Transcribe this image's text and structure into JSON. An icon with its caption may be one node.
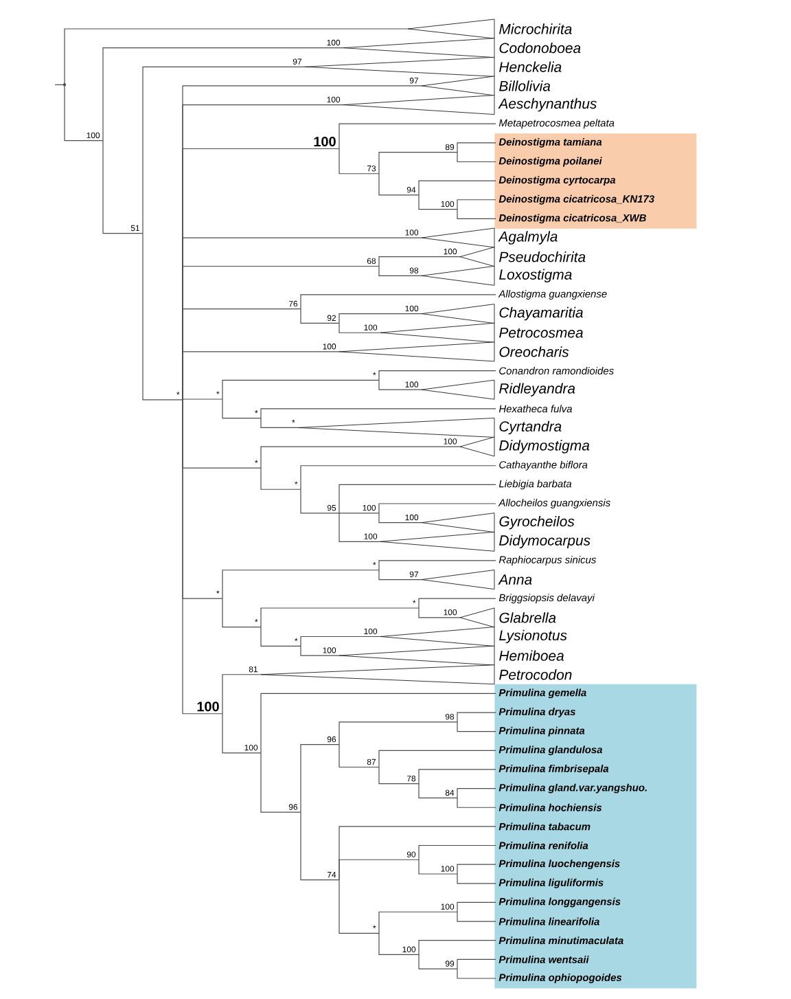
{
  "diagram": {
    "nodes": [
      {
        "text": [],
        "shape": "point"
      },
      {
        "text": [
          "Microchirita"
        ]
      },
      {
        "text": [
          "100"
        ]
      },
      {
        "text": [
          "Codonoboea"
        ],
        "beside": [
          "100"
        ]
      },
      {
        "text": [
          "51"
        ]
      },
      {
        "text": [
          "Henckelia"
        ],
        "beside": [
          "97"
        ]
      },
      {
        "text": [
          "*"
        ]
      },
      {
        "text": [
          "Billolivia"
        ],
        "beside": [
          "97"
        ]
      },
      {
        "text": [
          "Aeschynanthus"
        ],
        "beside": [
          "100"
        ]
      },
      {
        "text": [
          "100"
        ]
      },
      {
        "text": [
          "Metapetrocosmea peltata"
        ]
      },
      {
        "text": [
          "73"
        ]
      },
      {
        "text": [
          "89"
        ]
      },
      {
        "text": [],
        "shape": "band"
      },
      {
        "text": [
          "Deinostigma tamiana"
        ],
        "in": 13
      },
      {
        "text": [
          "Deinostigma poilanei"
        ],
        "in": 13
      },
      {
        "text": [
          "94"
        ]
      },
      {
        "text": [
          "Deinostigma cyrtocarpa"
        ],
        "in": 13
      },
      {
        "text": [
          "100"
        ]
      },
      {
        "text": [
          "Deinostigma cicatricosa_KN173"
        ],
        "in": 13
      },
      {
        "text": [
          "Deinostigma cicatricosa_XWB"
        ],
        "in": 13
      },
      {
        "text": [
          "Agalmyla"
        ],
        "beside": [
          "100"
        ]
      },
      {
        "text": [
          "68"
        ]
      },
      {
        "text": [
          "Pseudochirita"
        ],
        "beside": [
          "100"
        ]
      },
      {
        "text": [
          "Loxostigma"
        ],
        "beside": [
          "98"
        ]
      },
      {
        "text": [
          "76"
        ]
      },
      {
        "text": [
          "Allostigma guangxiense"
        ]
      },
      {
        "text": [
          "92"
        ]
      },
      {
        "text": [
          "Chayamaritia"
        ],
        "beside": [
          "100"
        ]
      },
      {
        "text": [
          "Petrocosmea"
        ],
        "beside": [
          "100"
        ]
      },
      {
        "text": [
          "Oreocharis"
        ],
        "beside": [
          "100"
        ]
      },
      {
        "text": [
          "*"
        ]
      },
      {
        "text": [
          "*"
        ]
      },
      {
        "text": [
          "Conandron ramondioides"
        ]
      },
      {
        "text": [
          "Ridleyandra"
        ],
        "beside": [
          "100"
        ]
      },
      {
        "text": [
          "*"
        ]
      },
      {
        "text": [
          "Hexatheca fulva"
        ]
      },
      {
        "text": [
          "Cyrtandra"
        ],
        "beside": [
          "*"
        ]
      },
      {
        "text": [
          "*"
        ]
      },
      {
        "text": [
          "Didymostigma"
        ],
        "beside": [
          "100"
        ]
      },
      {
        "text": [
          "*"
        ]
      },
      {
        "text": [
          "Cathayanthe biflora"
        ]
      },
      {
        "text": [
          "95"
        ]
      },
      {
        "text": [
          "Liebigia barbata"
        ]
      },
      {
        "text": [
          "100"
        ]
      },
      {
        "text": [
          "Allocheilos guangxiensis"
        ]
      },
      {
        "text": [
          "Gyrocheilos"
        ],
        "beside": [
          "100"
        ]
      },
      {
        "text": [
          "Didymocarpus"
        ],
        "beside": [
          "100"
        ]
      },
      {
        "text": [
          "*"
        ]
      },
      {
        "text": [
          "*"
        ]
      },
      {
        "text": [
          "Raphiocarpus sinicus"
        ]
      },
      {
        "text": [
          "Anna"
        ],
        "beside": [
          "97"
        ]
      },
      {
        "text": [
          "*"
        ]
      },
      {
        "text": [
          "*"
        ]
      },
      {
        "text": [
          "Briggsiopsis delavayi"
        ]
      },
      {
        "text": [
          "Glabrella"
        ],
        "beside": [
          "100"
        ]
      },
      {
        "text": [
          "*"
        ]
      },
      {
        "text": [
          "Lysionotus"
        ],
        "beside": [
          "100"
        ]
      },
      {
        "text": [
          "Hemiboea"
        ],
        "beside": [
          "100"
        ]
      },
      {
        "text": [
          "100"
        ]
      },
      {
        "text": [
          "Petrocodon"
        ],
        "beside": [
          "81"
        ]
      },
      {
        "text": [
          "100"
        ]
      },
      {
        "text": [],
        "shape": "band"
      },
      {
        "text": [
          "Primulina gemella"
        ],
        "in": 62
      },
      {
        "text": [
          "96"
        ]
      },
      {
        "text": [
          "96"
        ]
      },
      {
        "text": [
          "98"
        ]
      },
      {
        "text": [
          "Primulina dryas"
        ],
        "in": 62
      },
      {
        "text": [
          "Primulina pinnata"
        ],
        "in": 62
      },
      {
        "text": [
          "87"
        ]
      },
      {
        "text": [
          "Primulina glandulosa"
        ],
        "in": 62
      },
      {
        "text": [
          "78"
        ]
      },
      {
        "text": [
          "Primulina fimbrisepala"
        ],
        "in": 62
      },
      {
        "text": [
          "84"
        ]
      },
      {
        "text": [
          "Primulina gland.var.yangshuo."
        ],
        "in": 62
      },
      {
        "text": [
          "Primulina hochiensis"
        ],
        "in": 62
      },
      {
        "text": [
          "74"
        ]
      },
      {
        "text": [
          "Primulina tabacum"
        ],
        "in": 62
      },
      {
        "text": [
          "90"
        ]
      },
      {
        "text": [
          "Primulina renifolia"
        ],
        "in": 62
      },
      {
        "text": [
          "100"
        ]
      },
      {
        "text": [
          "Primulina luochengensis"
        ],
        "in": 62
      },
      {
        "text": [
          "Primulina liguliformis"
        ],
        "in": 62
      },
      {
        "text": [
          "*"
        ]
      },
      {
        "text": [
          "100"
        ]
      },
      {
        "text": [
          "Primulina longgangensis"
        ],
        "in": 62
      },
      {
        "text": [
          "Primulina linearifolia"
        ],
        "in": 62
      },
      {
        "text": [
          "100"
        ]
      },
      {
        "text": [
          "Primulina minutimaculata"
        ],
        "in": 62
      },
      {
        "text": [
          "99"
        ]
      },
      {
        "text": [
          "Primulina wentsaii"
        ],
        "in": 62
      },
      {
        "text": [
          "Primulina ophiopogoides"
        ],
        "in": 62
      }
    ],
    "edges": [
      {
        "from": null,
        "to": 0,
        "arrow": "none"
      },
      {
        "from": 0,
        "to": 1,
        "arrow": "none"
      },
      {
        "from": 0,
        "to": 2,
        "arrow": "none"
      },
      {
        "from": 2,
        "to": 3,
        "arrow": "none"
      },
      {
        "from": 2,
        "to": 4,
        "arrow": "none"
      },
      {
        "from": 4,
        "to": 5,
        "arrow": "none"
      },
      {
        "from": 4,
        "to": 6,
        "arrow": "none"
      },
      {
        "from": 6,
        "to": 7,
        "arrow": "none"
      },
      {
        "from": 6,
        "to": 8,
        "arrow": "none"
      },
      {
        "from": 6,
        "to": 9,
        "arrow": "none"
      },
      {
        "from": 6,
        "to": 21,
        "arrow": "none"
      },
      {
        "from": 6,
        "to": 22,
        "arrow": "none"
      },
      {
        "from": 6,
        "to": 25,
        "arrow": "none"
      },
      {
        "from": 6,
        "to": 30,
        "arrow": "none"
      },
      {
        "from": 6,
        "to": 31,
        "arrow": "none"
      },
      {
        "from": 6,
        "to": 38,
        "arrow": "none"
      },
      {
        "from": 6,
        "to": 48,
        "arrow": "none"
      },
      {
        "from": 6,
        "to": 59,
        "arrow": "none"
      },
      {
        "from": 9,
        "to": 10,
        "arrow": "none"
      },
      {
        "from": 9,
        "to": 11,
        "arrow": "none"
      },
      {
        "from": 11,
        "to": 12,
        "arrow": "none"
      },
      {
        "from": 11,
        "to": 16,
        "arrow": "none"
      },
      {
        "from": 12,
        "to": 14,
        "arrow": "none"
      },
      {
        "from": 12,
        "to": 15,
        "arrow": "none"
      },
      {
        "from": 16,
        "to": 17,
        "arrow": "none"
      },
      {
        "from": 16,
        "to": 18,
        "arrow": "none"
      },
      {
        "from": 18,
        "to": 19,
        "arrow": "none"
      },
      {
        "from": 18,
        "to": 20,
        "arrow": "none"
      },
      {
        "from": 22,
        "to": 23,
        "arrow": "none"
      },
      {
        "from": 22,
        "to": 24,
        "arrow": "none"
      },
      {
        "from": 25,
        "to": 26,
        "arrow": "none"
      },
      {
        "from": 25,
        "to": 27,
        "arrow": "none"
      },
      {
        "from": 27,
        "to": 28,
        "arrow": "none"
      },
      {
        "from": 27,
        "to": 29,
        "arrow": "none"
      },
      {
        "from": 31,
        "to": 32,
        "arrow": "none"
      },
      {
        "from": 31,
        "to": 35,
        "arrow": "none"
      },
      {
        "from": 32,
        "to": 33,
        "arrow": "none"
      },
      {
        "from": 32,
        "to": 34,
        "arrow": "none"
      },
      {
        "from": 35,
        "to": 36,
        "arrow": "none"
      },
      {
        "from": 35,
        "to": 37,
        "arrow": "none"
      },
      {
        "from": 38,
        "to": 39,
        "arrow": "none"
      },
      {
        "from": 38,
        "to": 40,
        "arrow": "none"
      },
      {
        "from": 40,
        "to": 41,
        "arrow": "none"
      },
      {
        "from": 40,
        "to": 42,
        "arrow": "none"
      },
      {
        "from": 42,
        "to": 43,
        "arrow": "none"
      },
      {
        "from": 42,
        "to": 44,
        "arrow": "none"
      },
      {
        "from": 42,
        "to": 47,
        "arrow": "none"
      },
      {
        "from": 44,
        "to": 45,
        "arrow": "none"
      },
      {
        "from": 44,
        "to": 46,
        "arrow": "none"
      },
      {
        "from": 48,
        "to": 49,
        "arrow": "none"
      },
      {
        "from": 48,
        "to": 52,
        "arrow": "none"
      },
      {
        "from": 49,
        "to": 50,
        "arrow": "none"
      },
      {
        "from": 49,
        "to": 51,
        "arrow": "none"
      },
      {
        "from": 52,
        "to": 53,
        "arrow": "none"
      },
      {
        "from": 52,
        "to": 56,
        "arrow": "none"
      },
      {
        "from": 53,
        "to": 54,
        "arrow": "none"
      },
      {
        "from": 53,
        "to": 55,
        "arrow": "none"
      },
      {
        "from": 56,
        "to": 57,
        "arrow": "none"
      },
      {
        "from": 56,
        "to": 58,
        "arrow": "none"
      },
      {
        "from": 59,
        "to": 60,
        "arrow": "none"
      },
      {
        "from": 59,
        "to": 61,
        "arrow": "none"
      },
      {
        "from": 61,
        "to": 63,
        "arrow": "none"
      },
      {
        "from": 61,
        "to": 64,
        "arrow": "none"
      },
      {
        "from": 64,
        "to": 65,
        "arrow": "none"
      },
      {
        "from": 64,
        "to": 76,
        "arrow": "none"
      },
      {
        "from": 65,
        "to": 66,
        "arrow": "none"
      },
      {
        "from": 65,
        "to": 69,
        "arrow": "none"
      },
      {
        "from": 66,
        "to": 67,
        "arrow": "none"
      },
      {
        "from": 66,
        "to": 68,
        "arrow": "none"
      },
      {
        "from": 69,
        "to": 70,
        "arrow": "none"
      },
      {
        "from": 69,
        "to": 71,
        "arrow": "none"
      },
      {
        "from": 71,
        "to": 72,
        "arrow": "none"
      },
      {
        "from": 71,
        "to": 73,
        "arrow": "none"
      },
      {
        "from": 73,
        "to": 74,
        "arrow": "none"
      },
      {
        "from": 73,
        "to": 75,
        "arrow": "none"
      },
      {
        "from": 76,
        "to": 77,
        "arrow": "none"
      },
      {
        "from": 76,
        "to": 78,
        "arrow": "none"
      },
      {
        "from": 76,
        "to": 83,
        "arrow": "none"
      },
      {
        "from": 78,
        "to": 79,
        "arrow": "none"
      },
      {
        "from": 78,
        "to": 80,
        "arrow": "none"
      },
      {
        "from": 80,
        "to": 81,
        "arrow": "none"
      },
      {
        "from": 80,
        "to": 82,
        "arrow": "none"
      },
      {
        "from": 83,
        "to": 84,
        "arrow": "none"
      },
      {
        "from": 83,
        "to": 87,
        "arrow": "none"
      },
      {
        "from": 84,
        "to": 85,
        "arrow": "none"
      },
      {
        "from": 84,
        "to": 86,
        "arrow": "none"
      },
      {
        "from": 87,
        "to": 88,
        "arrow": "none"
      },
      {
        "from": 87,
        "to": 89,
        "arrow": "none"
      },
      {
        "from": 89,
        "to": 90,
        "arrow": "none"
      },
      {
        "from": 89,
        "to": 91,
        "arrow": "none"
      }
    ]
  }
}
